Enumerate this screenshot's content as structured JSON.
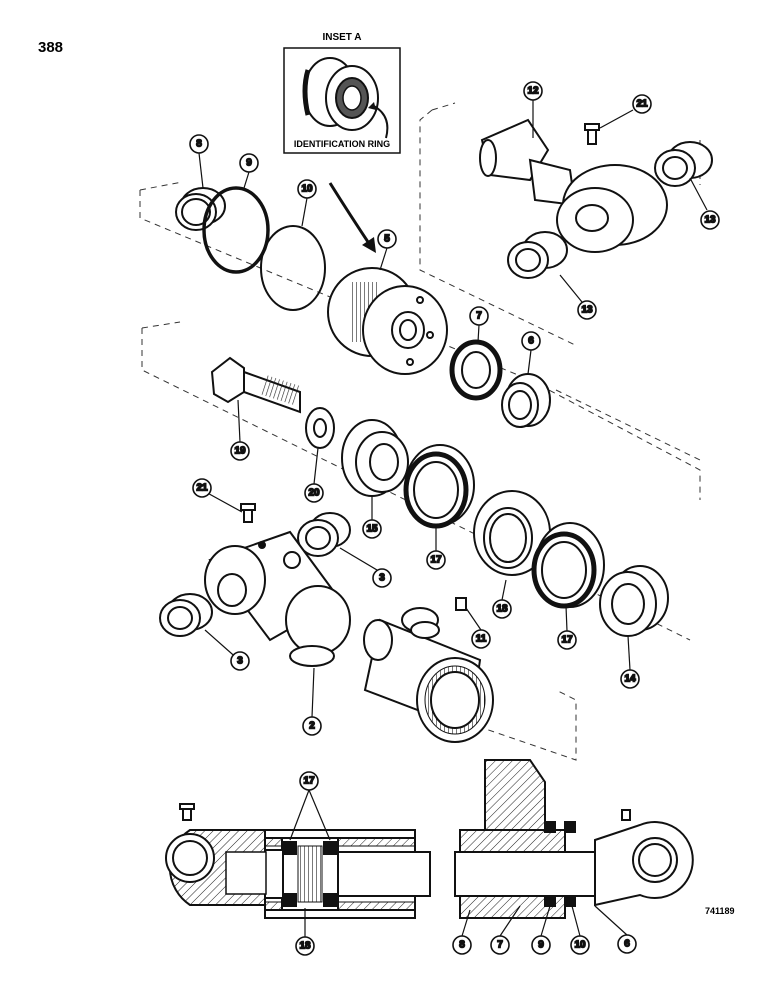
{
  "page_number": "388",
  "inset": {
    "title": "INSET A",
    "caption": "IDENTIFICATION RING"
  },
  "figure_number": "741189",
  "callouts": {
    "c8_top": "8",
    "c9_top": "9",
    "c10_top": "10",
    "c5": "5",
    "c12": "12",
    "c21_top": "21",
    "c13_right": "13",
    "c13_mid": "13",
    "c7_mid": "7",
    "c6_mid": "6",
    "c19": "19",
    "c20": "20",
    "c15": "15",
    "c21_left": "21",
    "c17_mid": "17",
    "c3_mid": "3",
    "c3_left": "3",
    "c18_mid": "18",
    "c11": "11",
    "c17_right": "17",
    "c14": "14",
    "c2": "2",
    "c17_bottom": "17",
    "c18_bottom": "18",
    "c8_bottom": "8",
    "c7_bottom": "7",
    "c9_bottom": "9",
    "c10_bottom": "10",
    "c6_bottom": "6"
  }
}
